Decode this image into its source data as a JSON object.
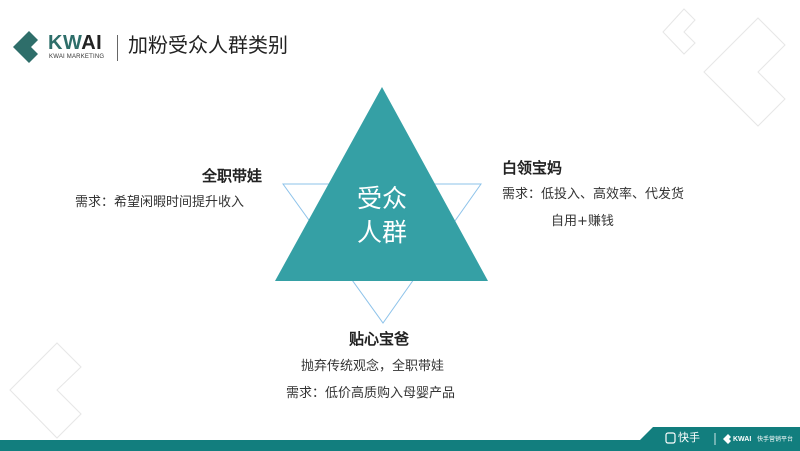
{
  "header": {
    "brand": {
      "kw": "KW",
      "ai": "AI",
      "sub": "KWAI MARKETING"
    },
    "title": "加粉受众人群类别"
  },
  "diagram": {
    "center_label_line1": "受众",
    "center_label_line2": "人群",
    "colors": {
      "triangle_fill": "#35a0a5",
      "outline": "#8ec3ea",
      "brand": "#2e6e6a",
      "footer": "#127e7e"
    },
    "segments": [
      {
        "title": "全职带娃",
        "lines": [
          "需求：希望闲暇时间提升收入"
        ]
      },
      {
        "title": "白领宝妈",
        "lines": [
          "需求：低投入、高效率、代发货",
          "自用+赚钱"
        ]
      },
      {
        "title": "贴心宝爸",
        "lines": [
          "抛弃传统观念，全职带娃",
          "需求：低价高质购入母婴产品"
        ]
      }
    ]
  },
  "footer": {
    "kuaishou_label": "快手",
    "kwai_label": "KWAI",
    "platform_label": "快手营销平台"
  }
}
